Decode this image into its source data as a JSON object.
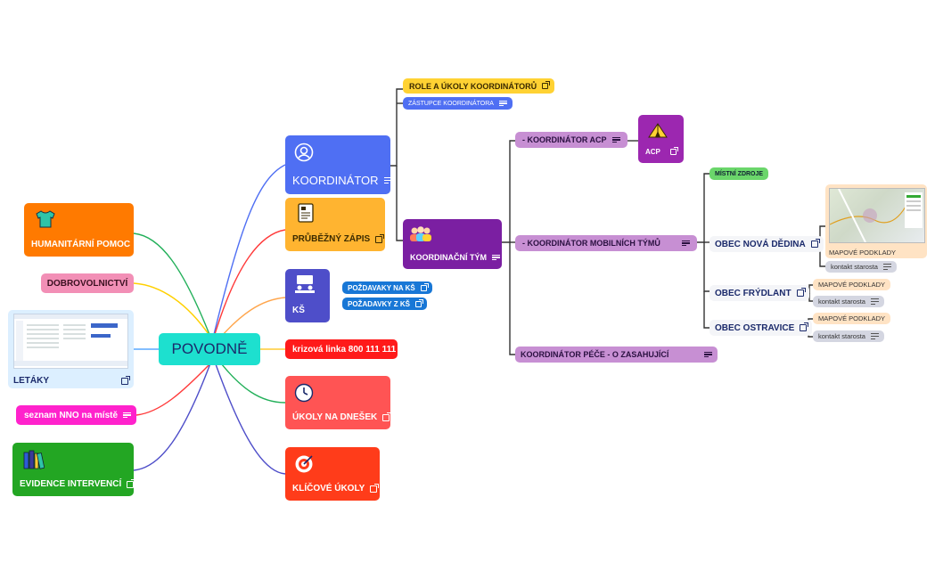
{
  "colors": {
    "root": "#1de0cf",
    "koordinator": "#4f6ff3",
    "zapis": "#ffb430",
    "ks": "#4e4ec9",
    "linka": "#ff1a1a",
    "ukoly_dnes": "#ff5454",
    "klicove": "#ff3c1a",
    "tym": "#7b1fa2",
    "role": "#ffd233",
    "zastupce": "#4f6ff3",
    "sub_tym": "#c78fd3",
    "acp": "#9c27b0",
    "mistni": "#6bd66b",
    "mapove": "#ffe3c4",
    "kontakt": "#d4d6e1",
    "humanitarni": "#ff7a00",
    "dobrovolnictvi": "#f28fb6",
    "letaky": "#dcefff",
    "nno": "#ff22cc",
    "evidence": "#23a623"
  },
  "root": {
    "label": "POVODNĚ"
  },
  "right": {
    "koordinator": {
      "label": "KOORDINÁTOR",
      "icon": "user-circle-icon"
    },
    "zapis": {
      "label": "PRŮBĚŽNÝ ZÁPIS",
      "icon": "document-icon"
    },
    "ks": {
      "label": "KŠ",
      "icon": "meeting-icon"
    },
    "pozadavky_na": {
      "label": "POŽDAVAKY NA KŠ"
    },
    "pozadavky_z": {
      "label": "POŽADAVKY Z KŠ"
    },
    "linka": {
      "label": "krizová linka 800 111 111"
    },
    "ukoly_dnes": {
      "label": "ÚKOLY NA DNEŠEK",
      "icon": "clock-icon"
    },
    "klicove": {
      "label": "KLÍČOVÉ ÚKOLY",
      "icon": "target-icon"
    }
  },
  "koord_branch": {
    "role": {
      "label": "ROLE A ÚKOLY KOORDINÁTORŮ"
    },
    "zastupce": {
      "label": "ZÁSTUPCE KOORDINÁTORA"
    },
    "tym": {
      "label": "KOORDINAČNÍ TÝM",
      "icon": "team-icon"
    },
    "acp_koord": {
      "label": "- KOORDINÁTOR ACP"
    },
    "acp": {
      "label": "ACP",
      "icon": "tent-icon"
    },
    "mobilni": {
      "label": "- KOORDINÁTOR MOBILNÍCH TÝMŮ"
    },
    "pece": {
      "label": "KOORDINÁTOR PÉČE - O ZASAHUJÍCÍ"
    },
    "mistni": {
      "label": "MÍSTNÍ ZDROJE"
    },
    "nova_dedina": {
      "label": "OBEC NOVÁ DĚDINA",
      "mapove": "MAPOVÉ PODKLADY",
      "kontakt": "kontakt starosta"
    },
    "frydlant": {
      "label": "OBEC FRÝDLANT",
      "mapove": "MAPOVÉ PODKLADY",
      "kontakt": "kontakt starosta"
    },
    "ostravice": {
      "label": "OBEC OSTRAVICE",
      "mapove": "MAPOVÉ PODKLADY",
      "kontakt": "kontakt starosta"
    }
  },
  "left": {
    "humanitarni": {
      "label": "HUMANITÁRNÍ POMOC",
      "icon": "tshirt-icon"
    },
    "dobrovolnictvi": {
      "label": "DOBROVOLNICTVÍ"
    },
    "letaky": {
      "label": "LETÁKY"
    },
    "nno": {
      "label": "seznam NNO na místě"
    },
    "evidence": {
      "label": "EVIDENCE INTERVENCÍ",
      "icon": "books-icon"
    }
  }
}
